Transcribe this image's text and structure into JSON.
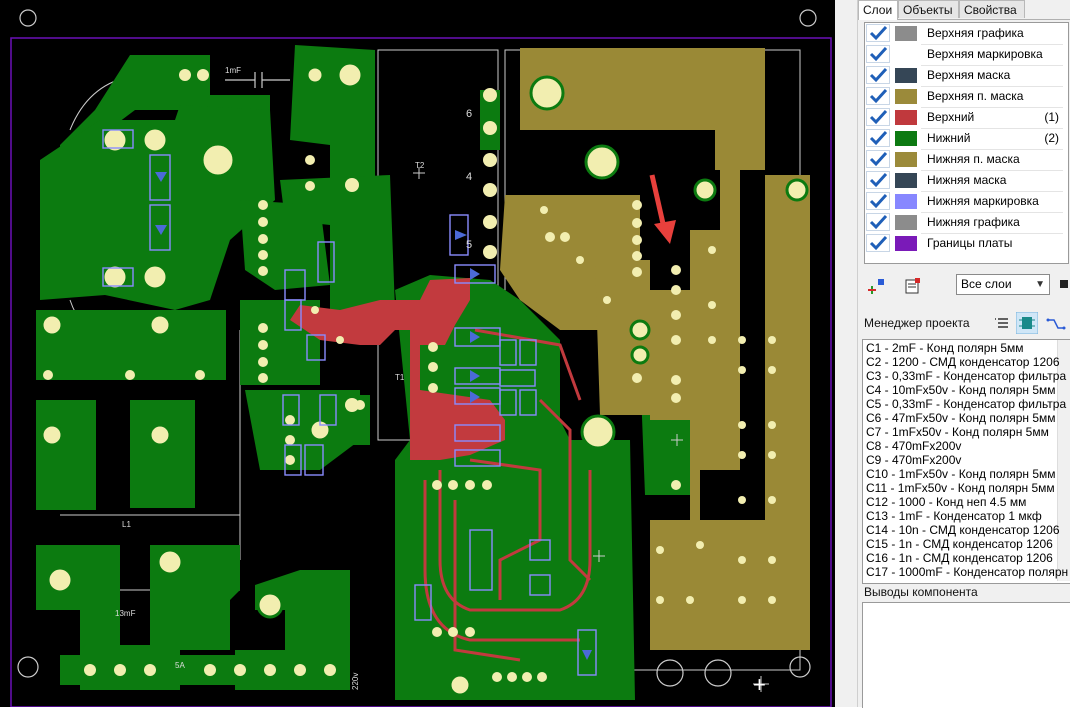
{
  "tabs": [
    "Слои",
    "Объекты",
    "Свойства"
  ],
  "layers": [
    {
      "label": "Верхняя графика",
      "color": "#8c8c8c",
      "num": ""
    },
    {
      "label": "Верхняя маркировка",
      "color": "#ffffff",
      "num": ""
    },
    {
      "label": "Верхняя маска",
      "color": "#354656",
      "num": ""
    },
    {
      "label": "Верхняя п. маска",
      "color": "#9b8a3a",
      "num": ""
    },
    {
      "label": "Верхний",
      "color": "#c0393d",
      "num": "(1)"
    },
    {
      "label": "Нижний",
      "color": "#0d7a12",
      "num": "(2)"
    },
    {
      "label": "Нижняя п. маска",
      "color": "#9b8a3a",
      "num": ""
    },
    {
      "label": "Нижняя маска",
      "color": "#354656",
      "num": ""
    },
    {
      "label": "Нижняя маркировка",
      "color": "#8787ff",
      "num": ""
    },
    {
      "label": "Нижняя графика",
      "color": "#8c8c8c",
      "num": ""
    },
    {
      "label": "Границы платы",
      "color": "#7a1ab8",
      "num": ""
    }
  ],
  "layer_filter": "Все слои",
  "project_manager_title": "Менеджер проекта",
  "components": [
    "C1 - 2mF - Конд полярн 5мм",
    "C2 - 1200 - СМД конденсатор 1206",
    "C3 - 0,33mF - Конденсатор фильтра",
    "C4 - 10mFx50v - Конд полярн 5мм",
    "C5 - 0,33mF - Конденсатор фильтра",
    "C6 - 47mFx50v - Конд полярн 5мм",
    "C7 - 1mFx50v - Конд полярн 5мм",
    "C8 - 470mFx200v",
    "C9 - 470mFx200v",
    "C10 - 1mFx50v - Конд полярн 5мм",
    "C11 - 1mFx50v - Конд полярн 5мм",
    "C12 - 1000 - Конд неп 4.5 мм",
    "C13 - 1mF - Конденсатор 1 мкф",
    "C14 - 10n - СМД конденсатор 1206",
    "C15 - 1n - СМД конденсатор 1206",
    "C16 - 1n - СМД конденсатор 1206",
    "C17 - 1000mF - Конденсатор полярн"
  ],
  "pins_title": "Выводы компонента",
  "pcb_labels": {
    "t1": "1mF",
    "t2": "T2",
    "t3": "4",
    "t4": "6",
    "t5": "5",
    "t6": "L1",
    "t7": "13mF",
    "t8": "T1",
    "t9": "5A",
    "t10": "220v",
    "t11": "+"
  },
  "colors": {
    "board_bg": "#000000",
    "bottom_copper": "#0c7b10",
    "top_copper": "#c23a3e",
    "paste_mask": "#9a8936",
    "pad": "#f2eeb0",
    "silk": "#8a8cff",
    "outline": "#6a10b8",
    "arrow": "#e8403c"
  }
}
